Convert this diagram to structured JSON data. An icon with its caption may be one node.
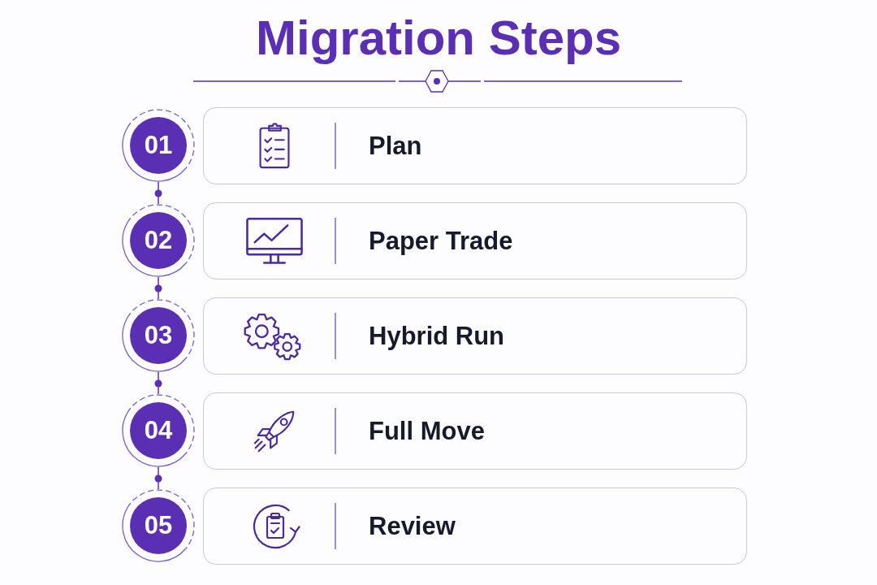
{
  "diagram": {
    "title": "Migration Steps",
    "nodes": [
      {
        "text": [
          "01"
        ]
      },
      {
        "text": [
          "Plan"
        ]
      },
      {
        "text": [
          "02"
        ]
      },
      {
        "text": [
          "Paper Trade"
        ]
      },
      {
        "text": [
          "03"
        ]
      },
      {
        "text": [
          "Hybrid Run"
        ]
      },
      {
        "text": [
          "04"
        ]
      },
      {
        "text": [
          "Full Move"
        ]
      },
      {
        "text": [
          "05"
        ]
      },
      {
        "text": [
          "Review"
        ]
      }
    ],
    "edges": [
      {
        "from": 0,
        "to": 2,
        "arrow": "none"
      },
      {
        "from": 2,
        "to": 4,
        "arrow": "none"
      },
      {
        "from": 4,
        "to": 6,
        "arrow": "none"
      },
      {
        "from": 6,
        "to": 8,
        "arrow": "none"
      }
    ]
  }
}
